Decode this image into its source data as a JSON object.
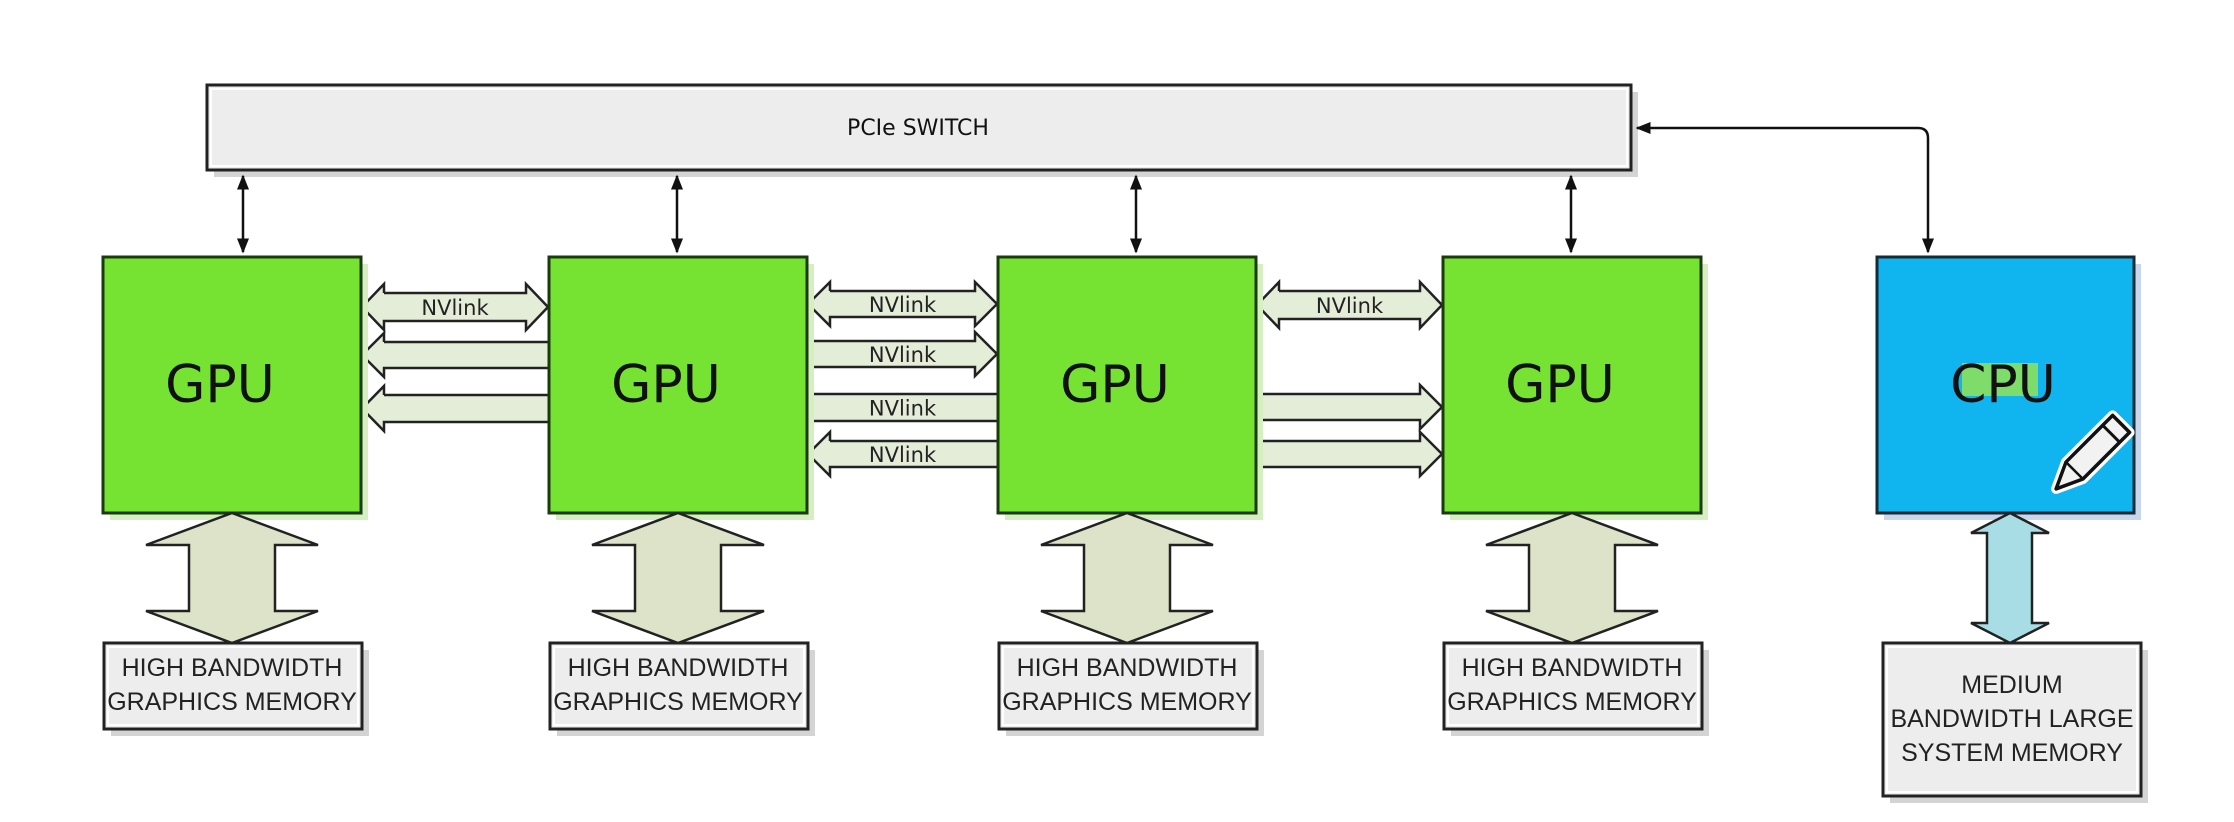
{
  "diagram": {
    "pcie_switch": {
      "label": "PCIe SWITCH"
    },
    "gpus": [
      {
        "label": "GPU",
        "memory": [
          "HIGH BANDWIDTH",
          "GRAPHICS MEMORY"
        ]
      },
      {
        "label": "GPU",
        "memory": [
          "HIGH BANDWIDTH",
          "GRAPHICS MEMORY"
        ]
      },
      {
        "label": "GPU",
        "memory": [
          "HIGH BANDWIDTH",
          "GRAPHICS MEMORY"
        ]
      },
      {
        "label": "GPU",
        "memory": [
          "HIGH BANDWIDTH",
          "GRAPHICS MEMORY"
        ]
      }
    ],
    "cpu": {
      "label": "CPU",
      "memory": [
        "MEDIUM",
        "BANDWIDTH LARGE",
        "SYSTEM MEMORY"
      ]
    },
    "nvlinks": [
      {
        "between": [
          1,
          2
        ],
        "label": "NVlink",
        "direction": "both",
        "labeled": true
      },
      {
        "between": [
          1,
          2
        ],
        "label": "",
        "direction": "left",
        "labeled": false
      },
      {
        "between": [
          1,
          2
        ],
        "label": "",
        "direction": "left",
        "labeled": false
      },
      {
        "between": [
          2,
          3
        ],
        "label": "NVlink",
        "direction": "both",
        "labeled": true
      },
      {
        "between": [
          2,
          3
        ],
        "label": "NVlink",
        "direction": "right",
        "labeled": true
      },
      {
        "between": [
          2,
          3
        ],
        "label": "NVlink",
        "direction": "none",
        "labeled": true
      },
      {
        "between": [
          2,
          3
        ],
        "label": "NVlink",
        "direction": "left",
        "labeled": true
      },
      {
        "between": [
          3,
          4
        ],
        "label": "NVlink",
        "direction": "both",
        "labeled": true
      },
      {
        "between": [
          3,
          4
        ],
        "label": "",
        "direction": "right",
        "labeled": false
      },
      {
        "between": [
          3,
          4
        ],
        "label": "",
        "direction": "right",
        "labeled": false
      }
    ],
    "colors": {
      "gpu": "#76E232",
      "cpu": "#10B4EE",
      "pcie": "#EDEDED",
      "memory_box": "#EDEDED",
      "gpu_mem_arrow": "#DCE3C8",
      "cpu_mem_arrow": "#A8DDE6",
      "nvlink_band": "#E4EDD8",
      "text_highlight": "#7DDC6A"
    },
    "cursor": "pencil-icon"
  }
}
